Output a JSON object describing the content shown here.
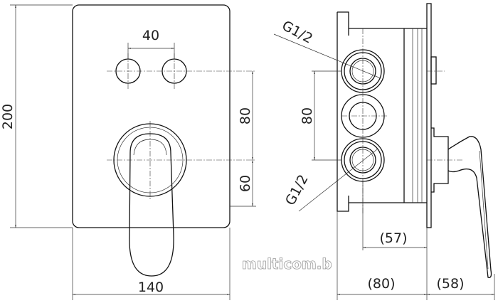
{
  "front_view": {
    "dim_button_spacing": "40",
    "dim_total_height": "200",
    "dim_button_to_mixer": "80",
    "dim_mixer_to_bottom": "60",
    "dim_width": "140"
  },
  "side_view": {
    "thread_top": "G1/2",
    "thread_bottom": "G1/2",
    "dim_outlet_spacing": "80",
    "dim_body_depth": "(57)",
    "dim_box_depth": "(80)",
    "dim_handle_depth": "(58)"
  },
  "watermark": "multicom.b"
}
